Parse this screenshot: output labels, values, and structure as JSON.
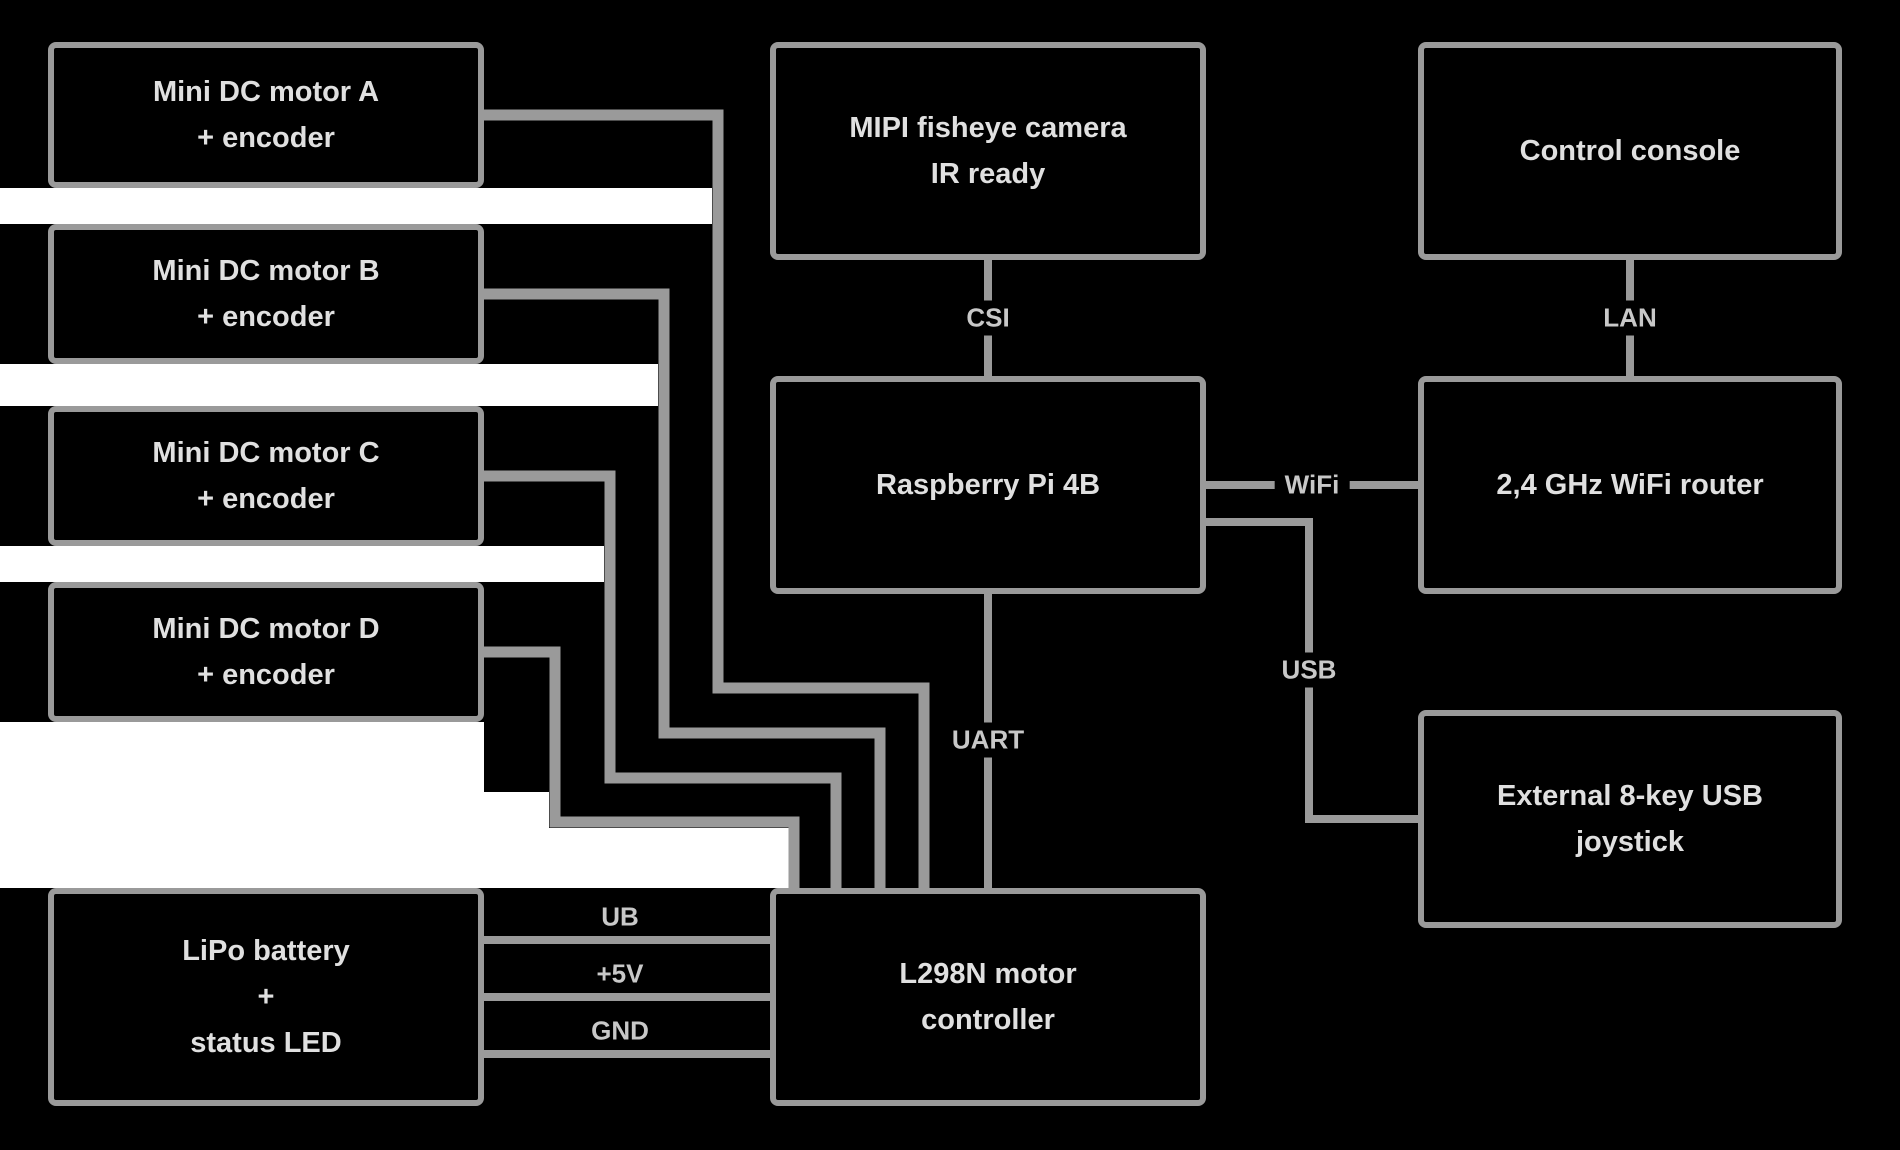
{
  "colors": {
    "background": "#000000",
    "box_fill": "#000000",
    "box_border": "#9a9a9a",
    "box_text": "#e0e0e0",
    "wire": "#9a9a9a",
    "label_text": "#c8c8c8",
    "gap_fill": "#ffffff"
  },
  "boxes": {
    "motor_a": {
      "line1": "Mini DC motor A",
      "line2": "+ encoder"
    },
    "motor_b": {
      "line1": "Mini DC motor B",
      "line2": "+ encoder"
    },
    "motor_c": {
      "line1": "Mini DC motor C",
      "line2": "+ encoder"
    },
    "motor_d": {
      "line1": "Mini DC motor D",
      "line2": "+ encoder"
    },
    "battery": {
      "line1": "LiPo battery",
      "line2": "+",
      "line3": "status LED"
    },
    "camera": {
      "line1": "MIPI fisheye camera",
      "line2": "IR ready"
    },
    "raspberry_pi": {
      "line1": "Raspberry Pi 4B"
    },
    "motor_controller": {
      "line1": "L298N motor",
      "line2": "controller"
    },
    "control_console": {
      "line1": "Control console"
    },
    "wifi_router": {
      "line1": "2,4 GHz WiFi router"
    },
    "usb_joystick": {
      "line1": "External 8-key USB",
      "line2": "joystick"
    }
  },
  "connection_labels": {
    "csi": "CSI",
    "lan": "LAN",
    "wifi": "WiFi",
    "usb": "USB",
    "uart": "UART",
    "power1": "UB",
    "power2": "+5V",
    "power3": "GND"
  }
}
